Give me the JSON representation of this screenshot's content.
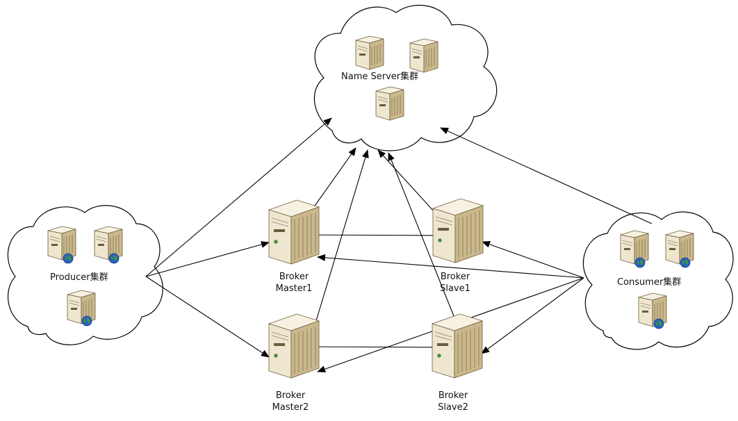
{
  "colors": {
    "server_front": "#efe6cf",
    "server_side": "#cbb98d",
    "server_top": "#f7f1e1",
    "server_outline": "#6a5c3c",
    "globe_blue": "#2a5fc0",
    "globe_green": "#3a9a3a"
  },
  "clusters": {
    "nameserver": {
      "label": "Name Server集群",
      "icon": "server-icon"
    },
    "producer": {
      "label": "Producer集群",
      "icon": "web-server-icon"
    },
    "consumer": {
      "label": "Consumer集群",
      "icon": "web-server-icon"
    }
  },
  "brokers": {
    "master1": {
      "line1": "Broker",
      "line2": "Master1"
    },
    "slave1": {
      "line1": "Broker",
      "line2": "Slave1"
    },
    "master2": {
      "line1": "Broker",
      "line2": "Master2"
    },
    "slave2": {
      "line1": "Broker",
      "line2": "Slave2"
    }
  }
}
